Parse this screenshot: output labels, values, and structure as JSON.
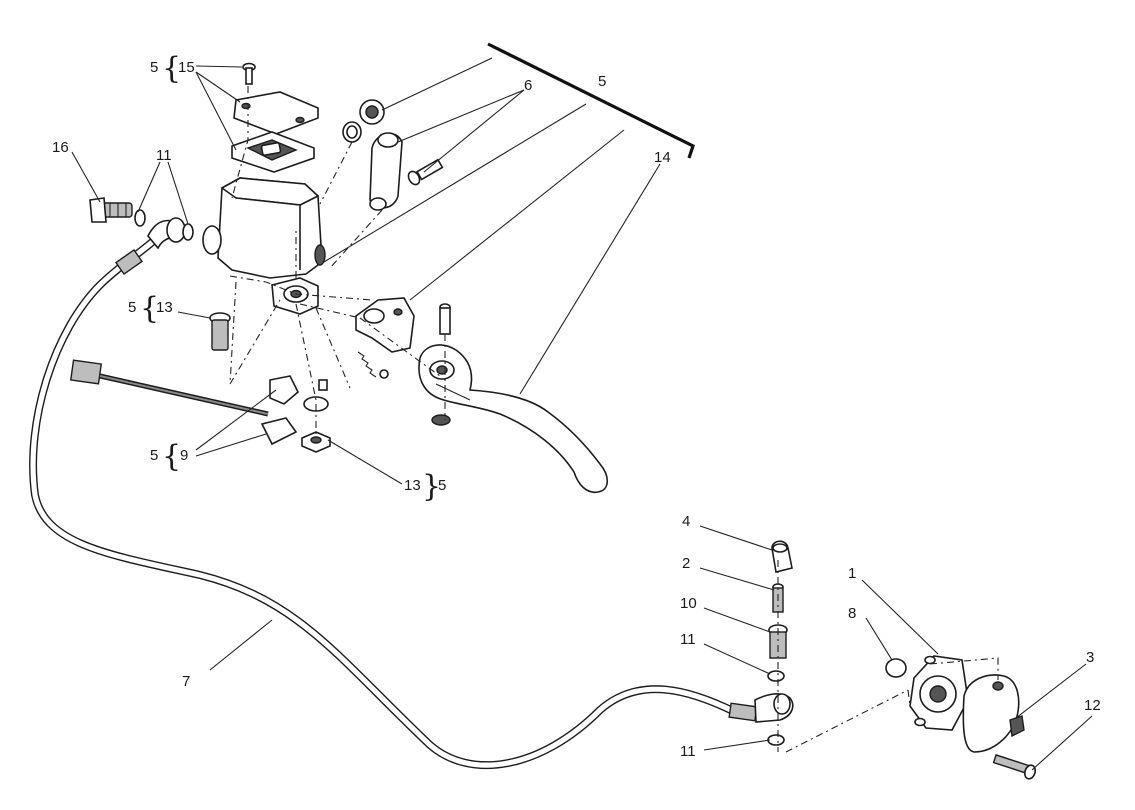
{
  "callouts": {
    "c1": "1",
    "c2": "2",
    "c3": "3",
    "c4": "4",
    "c5_bracket": "5",
    "c5_top": "5",
    "c5_mid": "5",
    "c5_low": "5",
    "c5_right": "5",
    "c6": "6",
    "c7": "7",
    "c8": "8",
    "c9": "9",
    "c10": "10",
    "c11_top": "11",
    "c11_mid": "11",
    "c11_low": "11",
    "c12": "12",
    "c13_top": "13",
    "c13_low": "13",
    "c14": "14",
    "c15": "15",
    "c16": "16"
  },
  "braces": {
    "brace_open": "{",
    "brace_close": "}"
  }
}
